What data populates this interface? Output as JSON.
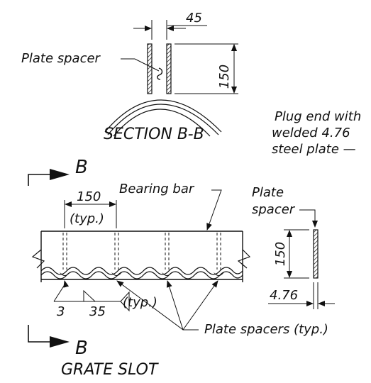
{
  "section_b": {
    "dim_top": "45",
    "dim_height": "150",
    "label_plate_spacer": "Plate spacer",
    "title": "SECTION B-B"
  },
  "plug_note": {
    "line1": "Plug end with",
    "line2": "welded 4.76",
    "line3": "steel plate —"
  },
  "grate_slot": {
    "cut_label_top": "B",
    "cut_label_bottom": "B",
    "dim_spacing": "150",
    "dim_spacing_typ": "(typ.)",
    "label_bearing_bar": "Bearing bar",
    "weld_size_a": "3",
    "weld_size_b": "35",
    "weld_typ": "(typ.)",
    "label_plate_spacers": "Plate spacers (typ.)",
    "title": "GRATE SLOT"
  },
  "plate_detail": {
    "label_line1": "Plate",
    "label_line2": "spacer",
    "dim_height": "150",
    "dim_thickness": "4.76"
  },
  "colors": {
    "ink": "#111111",
    "background": "#ffffff"
  }
}
